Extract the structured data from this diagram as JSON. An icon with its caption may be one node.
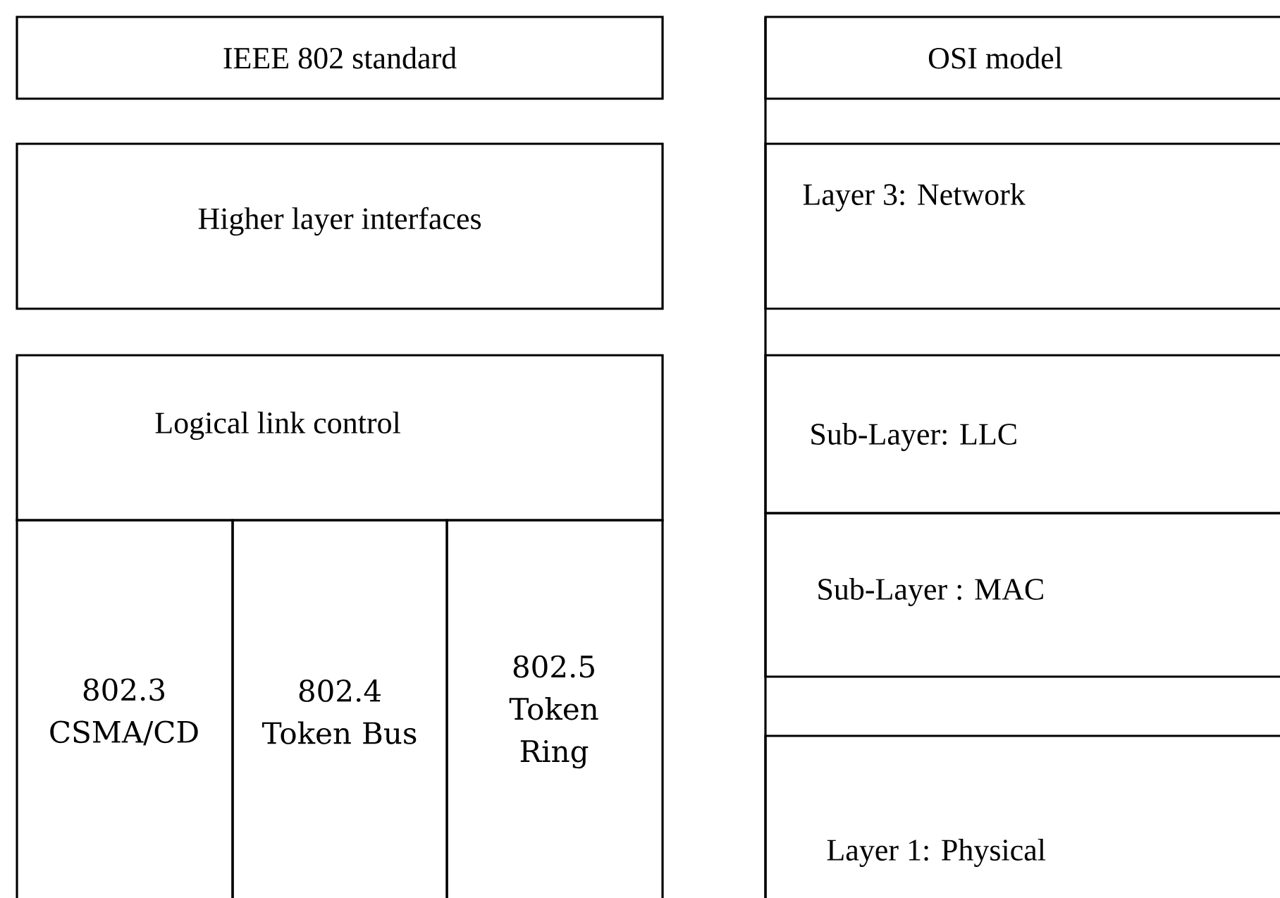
{
  "diagram": {
    "nodes": [
      {
        "text": [
          "IEEE 802 standard"
        ]
      },
      {
        "text": [
          "Higher layer interfaces"
        ]
      },
      {
        "text": [
          "Logical link control"
        ]
      },
      {
        "text": [
          "802.3 CSMA/CD"
        ]
      },
      {
        "text": [
          "802.4 Token Bus"
        ]
      },
      {
        "text": [
          "802.5 Token Ring"
        ]
      },
      {
        "text": [
          "OSI model"
        ]
      },
      {
        "text": [
          "Layer 3: Network"
        ]
      },
      {
        "text": [
          "Sub-Layer: LLC"
        ]
      },
      {
        "text": [
          "Sub-Layer : MAC"
        ]
      },
      {
        "text": [
          "Layer 1: Physical"
        ]
      }
    ]
  }
}
